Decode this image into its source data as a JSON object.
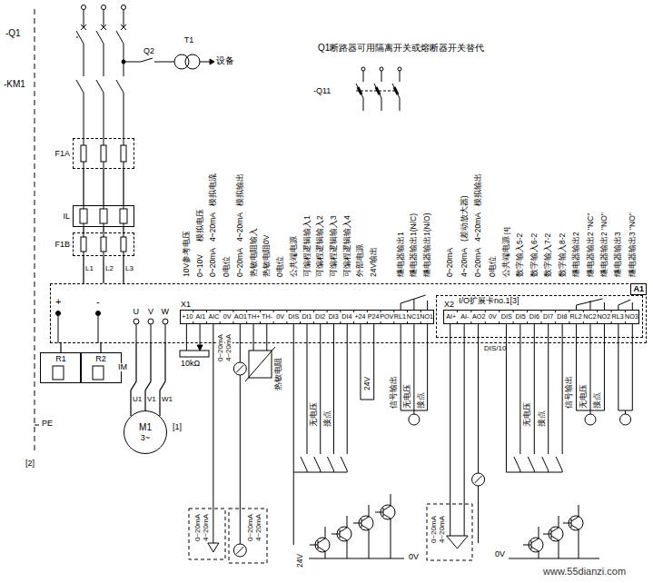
{
  "diagram": {
    "nodes": [
      {
        "text": [
          "T1"
        ]
      },
      {
        "text": [
          "F1A"
        ]
      },
      {
        "text": [
          "IL"
        ]
      },
      {
        "text": [
          "F1B"
        ]
      },
      {
        "text": [
          "A1"
        ]
      },
      {
        "text": [
          "X1",
          "+10",
          "AI1",
          "AIC",
          "0V",
          "AO1",
          "TH+",
          "TH-",
          "0V",
          "DIS",
          "DI1",
          "DI2",
          "DI3",
          "DI4",
          "+24",
          "P24",
          "POV",
          "RL1",
          "NC1",
          "NO1"
        ],
        "in": 4
      },
      {
        "text": [
          "I/O扩展卡no.1[3]"
        ],
        "in": 4
      },
      {
        "text": [
          "X2",
          "AI+",
          "AI-",
          "AO2",
          "0V",
          "DIS",
          "DI5",
          "DI6",
          "DI7",
          "DI8",
          "RL2",
          "NC2",
          "NO2",
          "RL3",
          "NO3"
        ],
        "in": 6
      },
      {
        "text": [
          "R1"
        ]
      },
      {
        "text": [
          "R2"
        ]
      },
      {
        "text": [
          "M1",
          "3~"
        ]
      }
    ],
    "edges": [
      {
        "from": 1,
        "to": 2,
        "arrow": "none"
      },
      {
        "from": 2,
        "to": 3,
        "arrow": "none"
      },
      {
        "from": 3,
        "to": 4,
        "arrow": "none"
      },
      {
        "from": 4,
        "to": 8,
        "arrow": "none"
      },
      {
        "from": 4,
        "to": 9,
        "arrow": "none"
      },
      {
        "from": 4,
        "to": 10,
        "arrow": "none"
      }
    ],
    "labels": [
      "-Q1",
      "Q2",
      "设备",
      "-KM1",
      "L1",
      "L2",
      "L3",
      "+",
      "-",
      "U",
      "V",
      "W",
      "IM",
      "U1",
      "V1",
      "W1",
      "[1]",
      "PE",
      "[2]",
      "Q1断路器可用隔离开关或熔断器开关替代",
      "-Q11",
      "10V参考电压",
      "0~10V",
      "模拟电压",
      "0~20mA",
      "4~20mA",
      "模拟电流",
      "0电位",
      "0~20mA",
      "4~20mA",
      "模拟输出",
      "热敏电阻输入",
      "热敏电阻0V",
      "0电位",
      "公共端电源",
      "可编程逻辑输入1",
      "可编程逻辑输入2",
      "可编程逻辑输入3",
      "可编程逻辑输入4",
      "外部电源",
      "24V输出",
      "继电器输出1",
      "继电器输出1(N/C)",
      "继电器输出1(N/O)",
      "0~20mA",
      "4~20mA",
      "(差动放大器)",
      "0~20mA",
      "4~20mA",
      "模拟输出",
      "0电位",
      "公共端电源",
      "[4]",
      "数字输入5-2",
      "数字输入6-2",
      "数字输入7-2",
      "数字输入8-2",
      "继电器输出2",
      "继电器输出2 \"NC\"",
      "继电器输出2 \"NO\"",
      "继电器输出3",
      "继电器输出3 \"NO\"",
      "10kΩ",
      "0~20mA",
      "4~20mA",
      "热敏电阻",
      "无电压",
      "接点",
      "24V",
      "信号输出",
      "无电压",
      "接点",
      "DIS/10",
      "无电压",
      "接点",
      "信号输出",
      "无电压",
      "接点",
      "0~20mA",
      "4~20mA",
      "0~20mA",
      "4~20mA",
      "24V",
      "0V",
      "0~20mA",
      "4~20mA",
      "0V",
      "www.55dianzi.com"
    ]
  }
}
